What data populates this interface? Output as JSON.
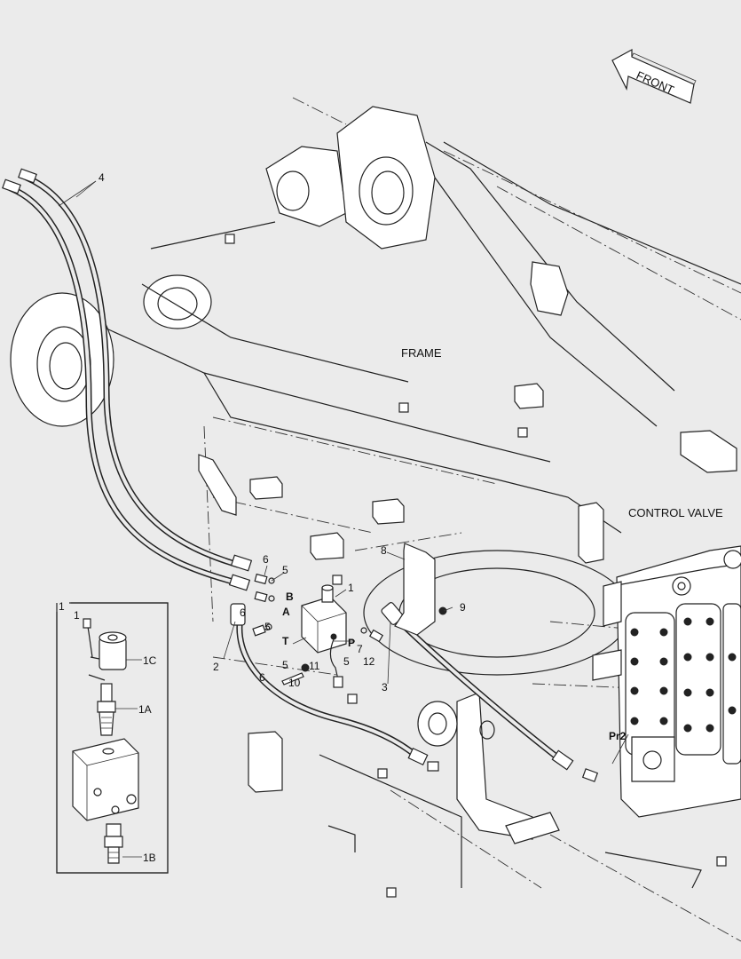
{
  "direction_label": "FRONT",
  "areas": {
    "frame": "FRAME",
    "control_valve": "CONTROL VALVE"
  },
  "callouts": {
    "p1": "1",
    "p2": "2",
    "p3": "3",
    "p4": "4",
    "p5a": "5",
    "p5b": "5",
    "p5c": "5",
    "p5d": "5",
    "p6a": "6",
    "p6b": "6",
    "p6c": "6",
    "p7": "7",
    "p8": "8",
    "p9": "9",
    "p10": "10",
    "p11": "11",
    "p12": "12"
  },
  "ports": {
    "a": "A",
    "b": "B",
    "t": "T",
    "p": "P",
    "pr2": "Pr2"
  },
  "inset": {
    "title": "1",
    "sub_1": "1",
    "sub_1c": "1C",
    "sub_1a": "1A",
    "sub_1b": "1B"
  }
}
